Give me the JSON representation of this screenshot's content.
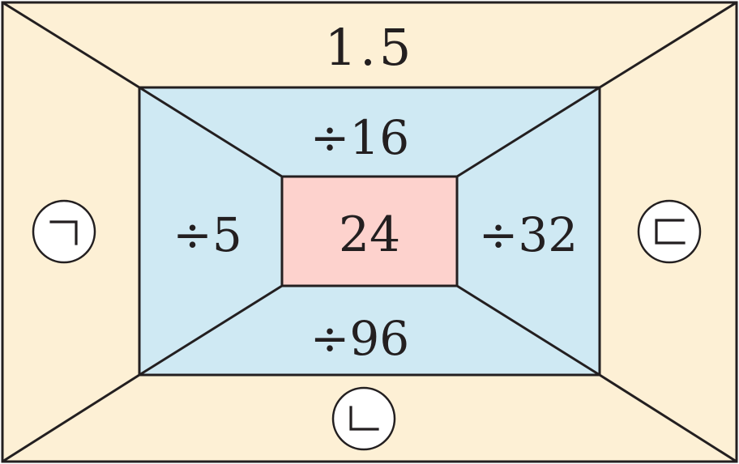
{
  "colors": {
    "outer": "#fdf0d5",
    "middle": "#cfe9f3",
    "center": "#fdd2cd",
    "line": "#231f20"
  },
  "labels": {
    "top": "1.5",
    "inner_top": "÷16",
    "inner_left": "÷5",
    "center": "24",
    "inner_right": "÷32",
    "inner_bottom": "÷96"
  },
  "markers": {
    "left": "ㄱ",
    "bottom": "ㄴ",
    "right": "ㄷ"
  }
}
